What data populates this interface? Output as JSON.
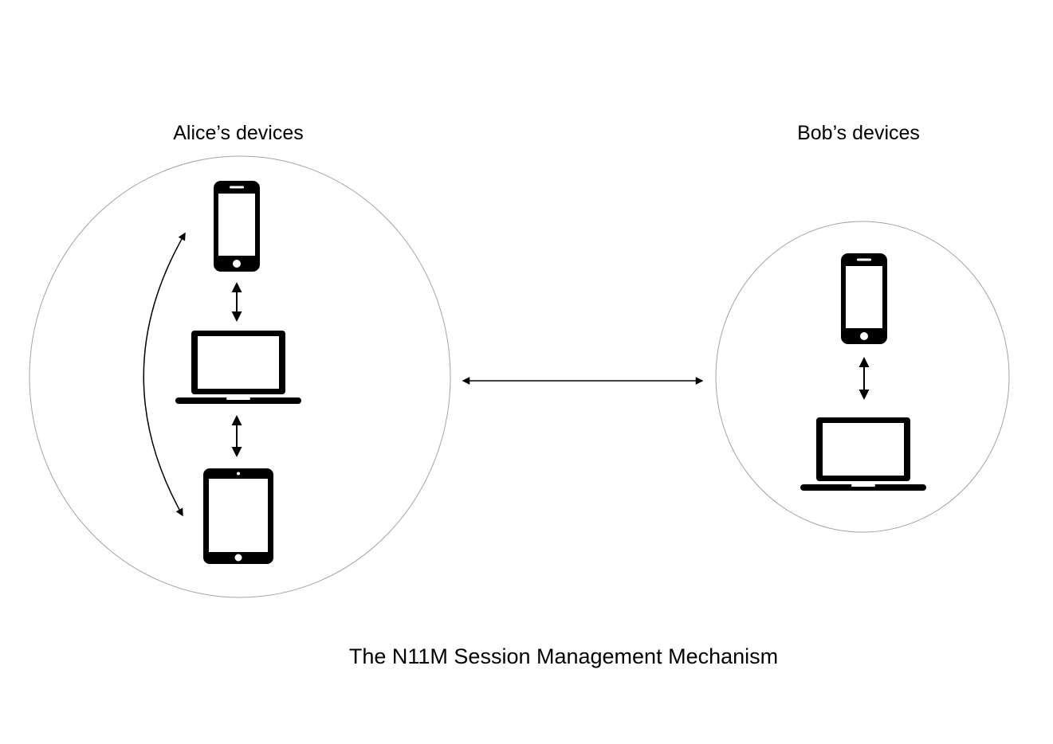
{
  "diagram": {
    "title": "The N11M Session Management Mechanism",
    "labels": {
      "alice": "Alice’s devices",
      "bob": "Bob’s devices"
    },
    "groups": [
      {
        "id": "alice-devices",
        "label": "Alice’s devices",
        "devices": [
          {
            "icon": "smartphone-icon"
          },
          {
            "icon": "laptop-icon"
          },
          {
            "icon": "tablet-icon"
          }
        ]
      },
      {
        "id": "bob-devices",
        "label": "Bob’s devices",
        "devices": [
          {
            "icon": "smartphone-icon"
          },
          {
            "icon": "laptop-icon"
          }
        ]
      }
    ],
    "connections": [
      {
        "from": "alice-smartphone",
        "to": "alice-laptop",
        "style": "double-arrow"
      },
      {
        "from": "alice-laptop",
        "to": "alice-tablet",
        "style": "double-arrow"
      },
      {
        "from": "alice-smartphone",
        "to": "alice-tablet",
        "style": "curved-double-arrow"
      },
      {
        "from": "bob-smartphone",
        "to": "bob-laptop",
        "style": "double-arrow"
      },
      {
        "from": "alice-devices",
        "to": "bob-devices",
        "style": "double-arrow"
      }
    ],
    "colors": {
      "background": "#ffffff",
      "device": "#000000",
      "arrow": "#000000",
      "group_circle_stroke": "#a3a3a3",
      "text": "#000000"
    }
  }
}
